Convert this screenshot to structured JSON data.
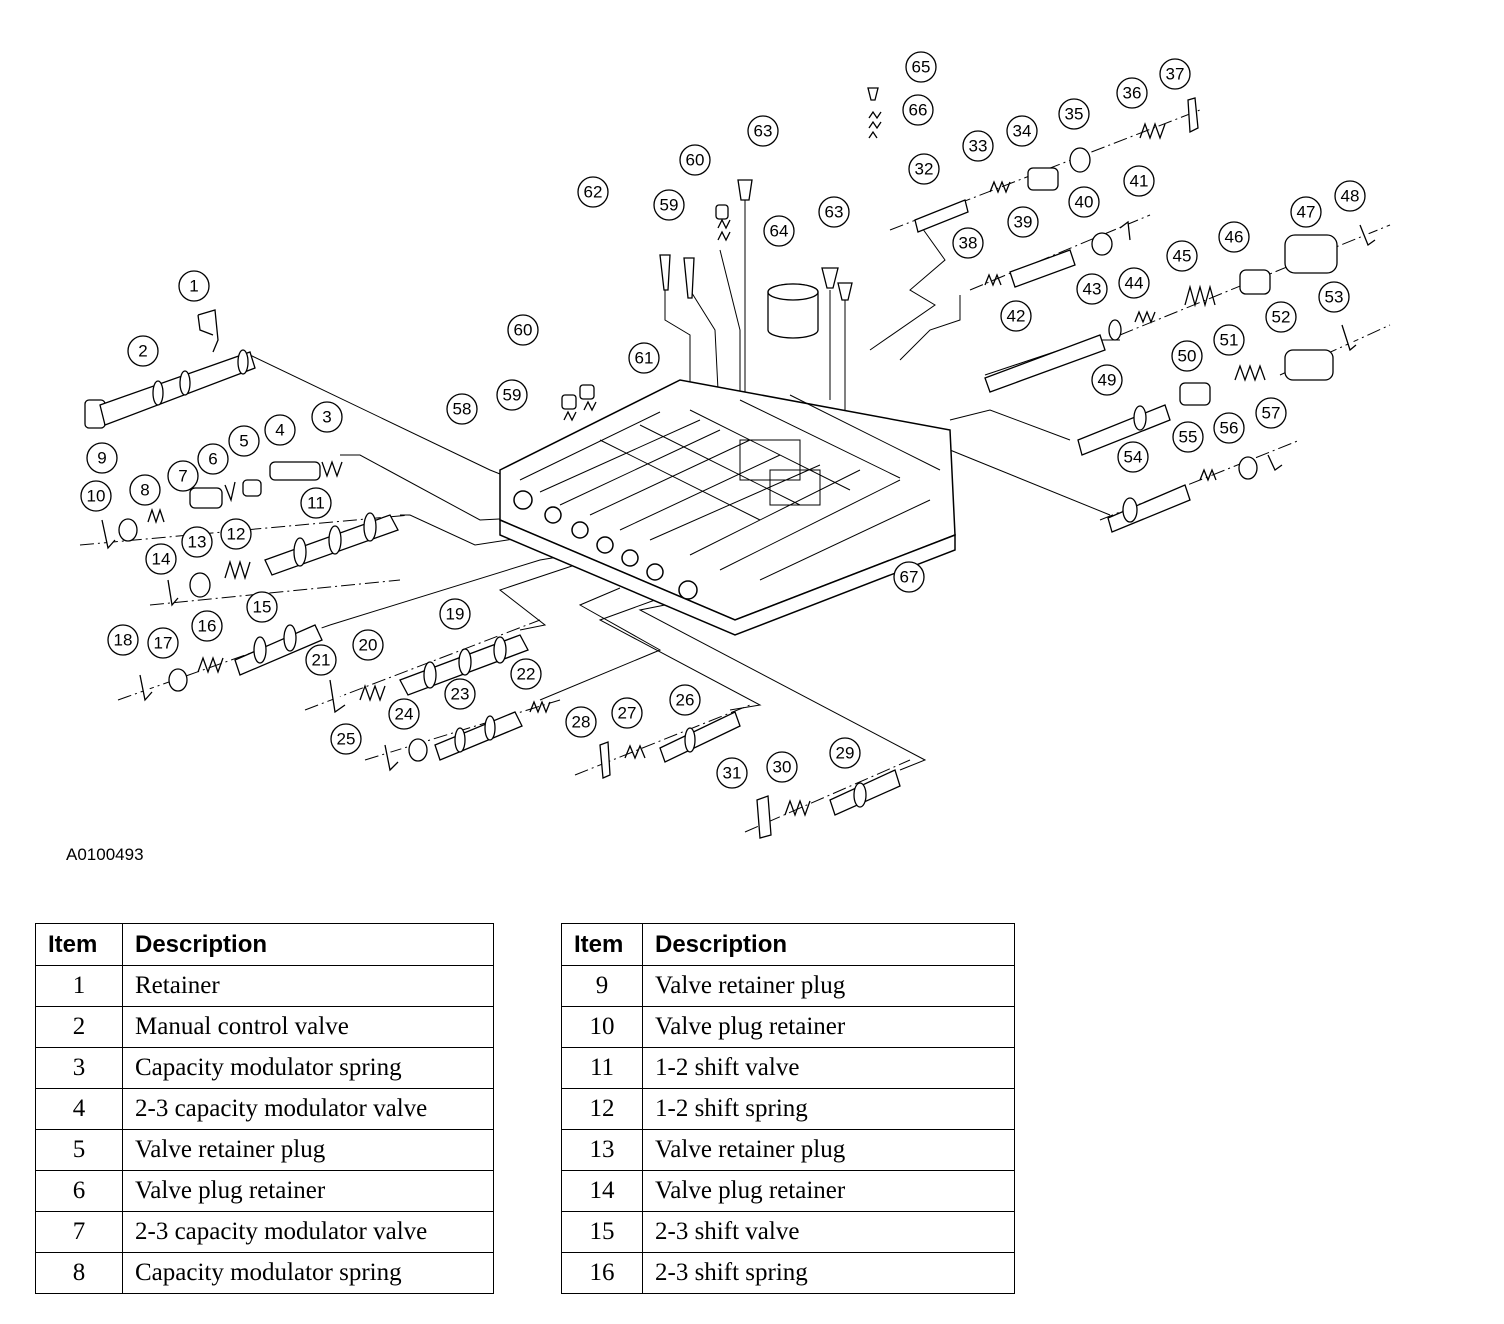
{
  "figure_id": "A0100493",
  "callouts": [
    "1",
    "2",
    "3",
    "4",
    "5",
    "6",
    "7",
    "8",
    "9",
    "10",
    "11",
    "12",
    "13",
    "14",
    "15",
    "16",
    "17",
    "18",
    "19",
    "20",
    "21",
    "22",
    "23",
    "24",
    "25",
    "26",
    "27",
    "28",
    "29",
    "30",
    "31",
    "32",
    "33",
    "34",
    "35",
    "36",
    "37",
    "38",
    "39",
    "40",
    "41",
    "42",
    "43",
    "44",
    "45",
    "46",
    "47",
    "48",
    "49",
    "50",
    "51",
    "52",
    "53",
    "54",
    "55",
    "56",
    "57",
    "58",
    "59",
    "59",
    "60",
    "60",
    "61",
    "62",
    "63",
    "63",
    "64",
    "65",
    "66",
    "67"
  ],
  "tables": [
    {
      "headers": {
        "item": "Item",
        "description": "Description"
      },
      "rows": [
        {
          "item": "1",
          "description": "Retainer"
        },
        {
          "item": "2",
          "description": "Manual control valve"
        },
        {
          "item": "3",
          "description": "Capacity modulator spring"
        },
        {
          "item": "4",
          "description": "2-3 capacity modulator valve"
        },
        {
          "item": "5",
          "description": "Valve retainer plug"
        },
        {
          "item": "6",
          "description": "Valve plug retainer"
        },
        {
          "item": "7",
          "description": "2-3 capacity modulator valve"
        },
        {
          "item": "8",
          "description": "Capacity modulator spring"
        }
      ]
    },
    {
      "headers": {
        "item": "Item",
        "description": "Description"
      },
      "rows": [
        {
          "item": "9",
          "description": "Valve retainer plug"
        },
        {
          "item": "10",
          "description": "Valve plug retainer"
        },
        {
          "item": "11",
          "description": "1-2 shift valve"
        },
        {
          "item": "12",
          "description": "1-2 shift spring"
        },
        {
          "item": "13",
          "description": "Valve retainer plug"
        },
        {
          "item": "14",
          "description": "Valve plug retainer"
        },
        {
          "item": "15",
          "description": "2-3 shift valve"
        },
        {
          "item": "16",
          "description": "2-3 shift spring"
        }
      ]
    }
  ]
}
